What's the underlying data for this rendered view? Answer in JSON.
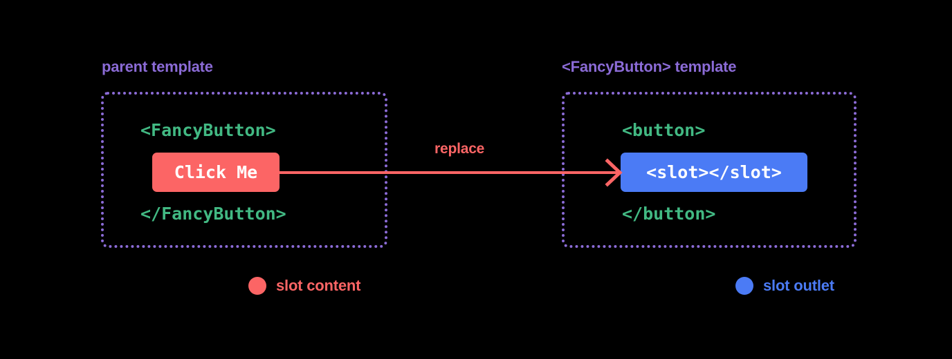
{
  "diagram": {
    "title_semantic": "vue-slot-replacement-diagram",
    "background_color": "#000000",
    "colors": {
      "purple": "#8B6BD6",
      "green": "#42B983",
      "red": "#FC6565",
      "blue": "#4B7BF5",
      "white": "#FFFFFF"
    }
  },
  "panels": {
    "parent": {
      "label": "parent template",
      "code_open": "<FancyButton>",
      "code_close": "</FancyButton>",
      "chip": "Click Me"
    },
    "fancybutton": {
      "label": "<FancyButton> template",
      "code_open": "<button>",
      "code_close": "</button>",
      "chip": "<slot></slot>"
    }
  },
  "arrow": {
    "label": "replace",
    "direction": "left-to-right",
    "color": "#FC6565"
  },
  "legend": [
    {
      "label": "slot content",
      "color": "#FC6565",
      "marker": "circle"
    },
    {
      "label": "slot outlet",
      "color": "#4B7BF5",
      "marker": "circle"
    }
  ]
}
